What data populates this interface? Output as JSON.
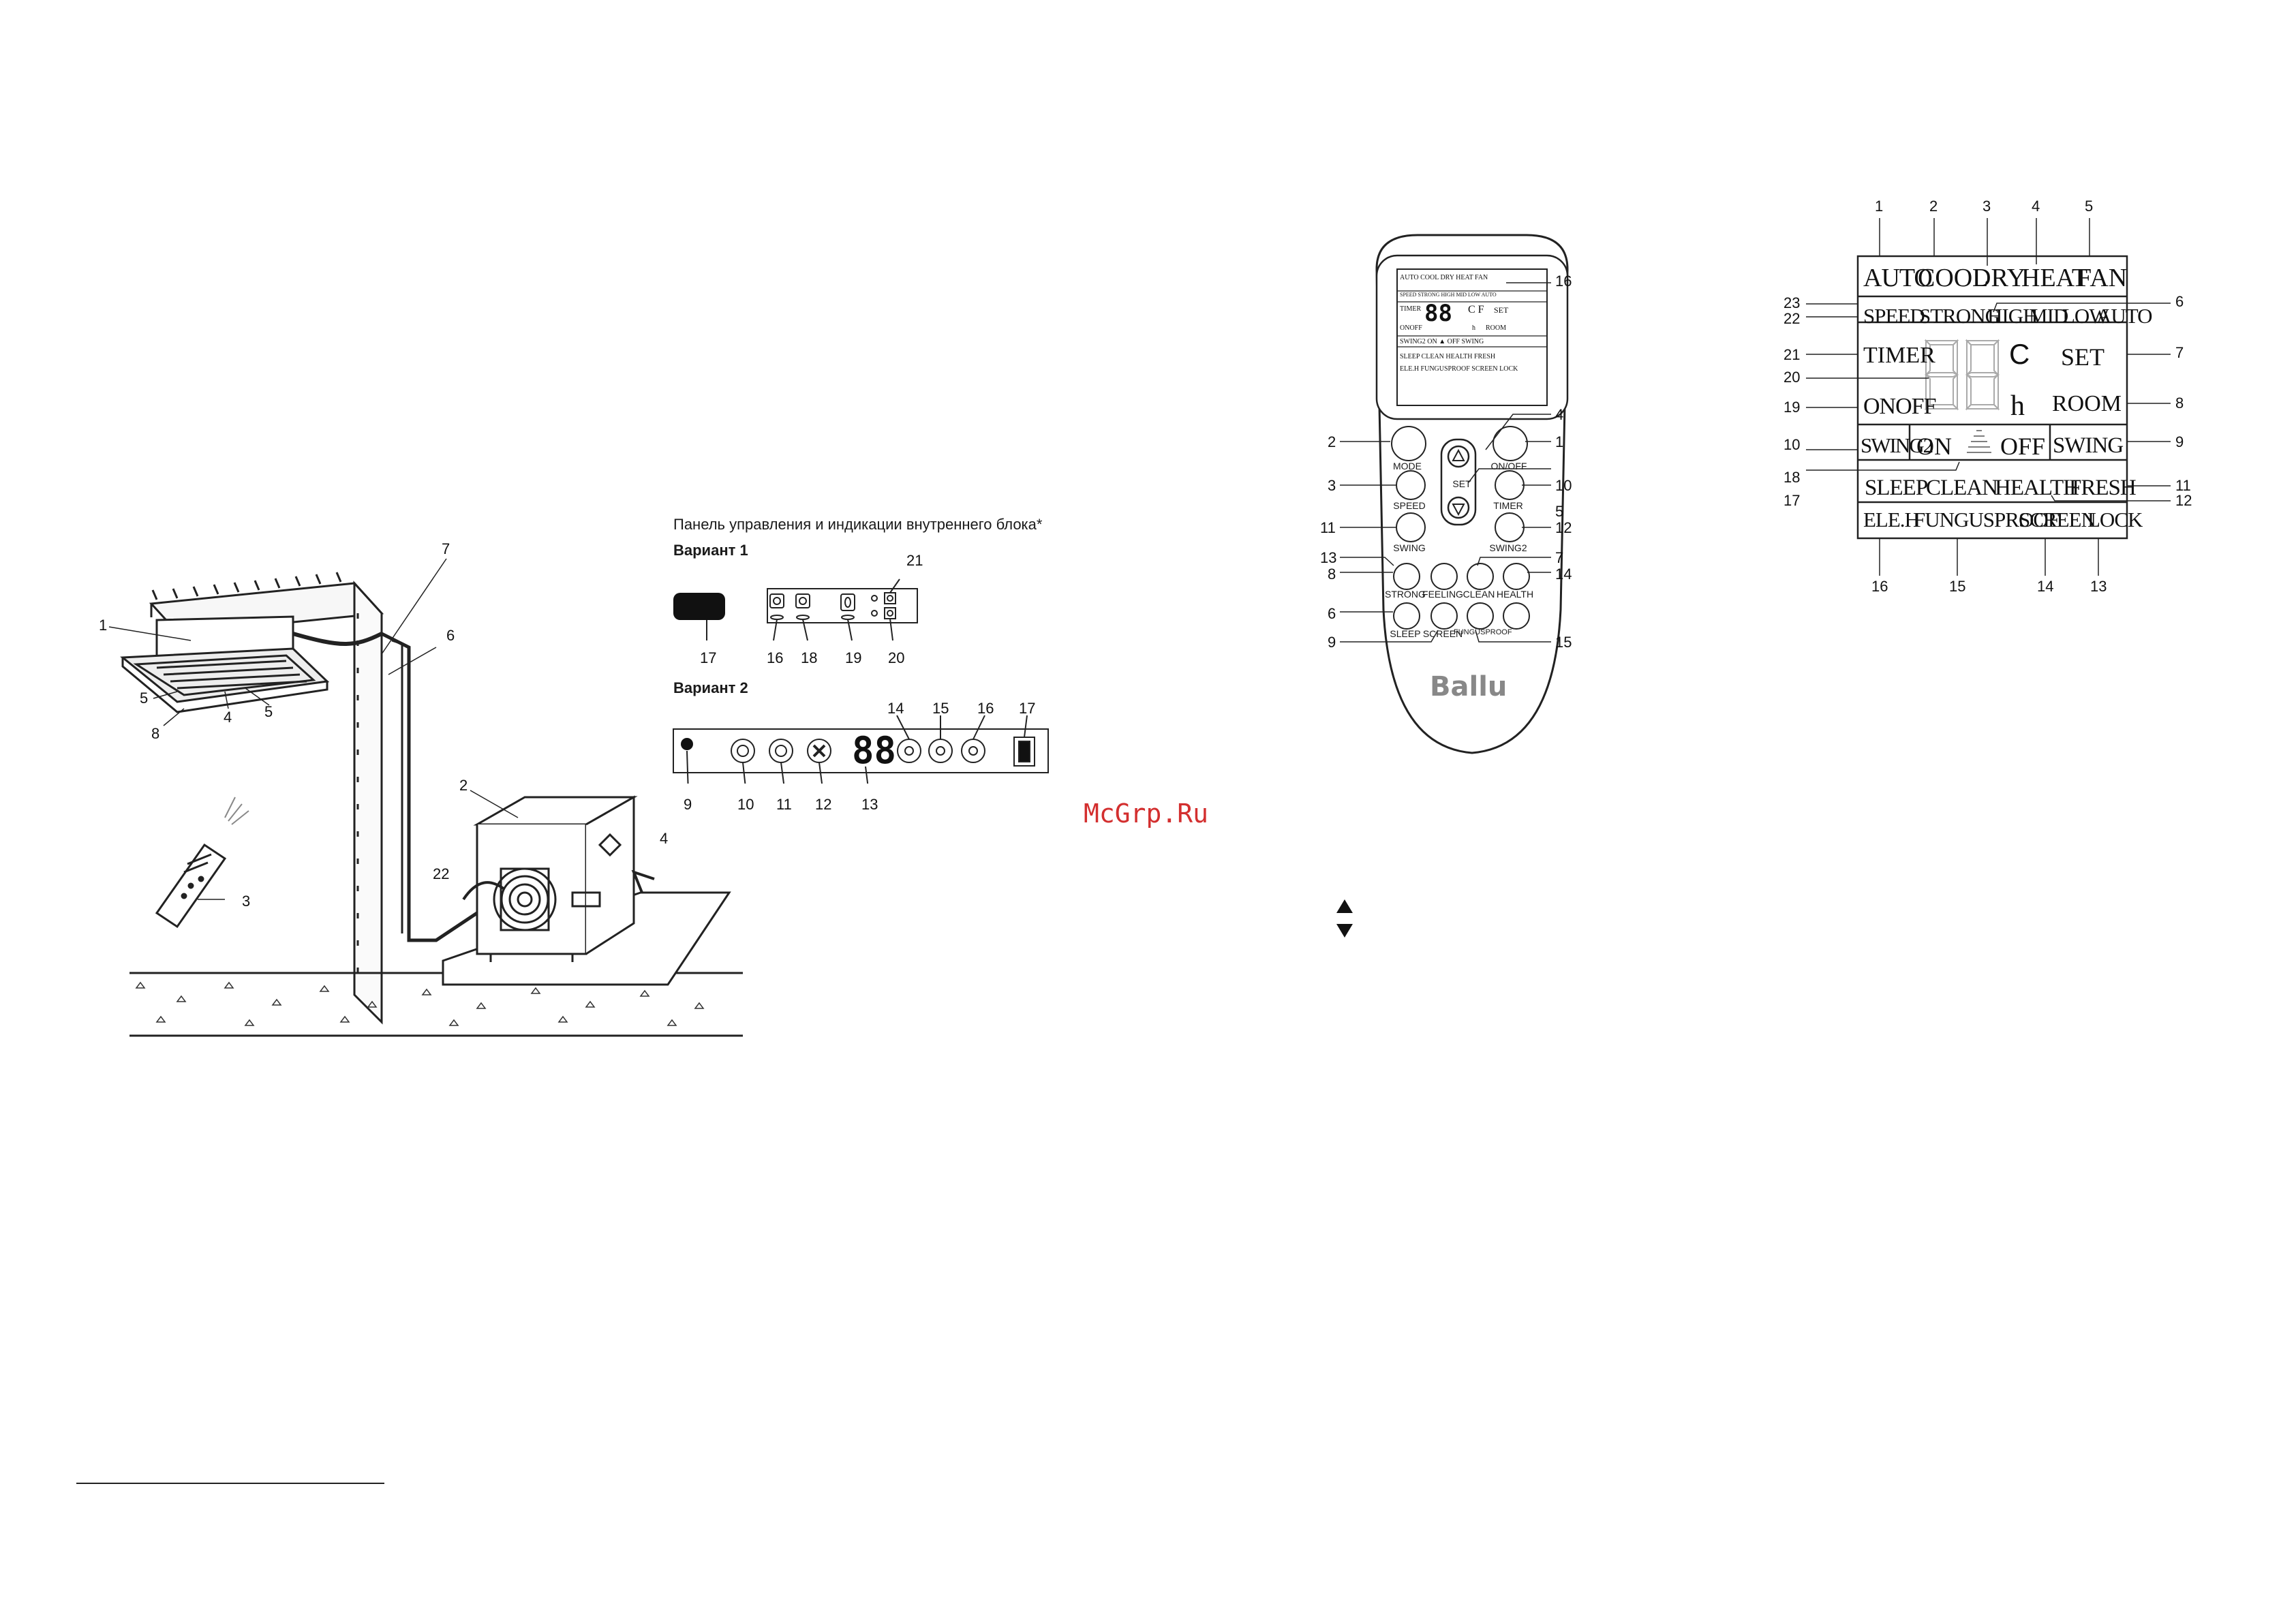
{
  "watermark": "McGrp.Ru",
  "install_diagram": {
    "labels": [
      "1",
      "7",
      "6",
      "5",
      "4",
      "5",
      "8",
      "2",
      "4",
      "22",
      "3"
    ]
  },
  "indoor_panel": {
    "title": "Панель управления и индикации внутреннего блока*",
    "variant1": {
      "label": "Вариант 1",
      "callouts": [
        "21",
        "17",
        "16",
        "18",
        "19",
        "20"
      ]
    },
    "variant2": {
      "label": "Вариант 2",
      "display": "88",
      "callouts_top": [
        "14",
        "15",
        "16",
        "17"
      ],
      "callouts_bottom": [
        "9",
        "10",
        "11",
        "12",
        "13"
      ]
    }
  },
  "remote": {
    "brand": "Ballu",
    "lcd_rows": [
      "AUTO  COOL  DRY  HEAT  FAN",
      "SPEED STRONG HIGH MID LOW AUTO",
      "TIMER",
      "ONOFF",
      "SWING2  ON  ▲  OFF  SWING",
      "SLEEP CLEAN HEALTH FRESH",
      "ELE.H FUNGUSPROOF SCREEN LOCK"
    ],
    "lcd_small": {
      "cf": "C F",
      "set": "SET",
      "h": "h",
      "room": "ROOM",
      "digits": "88"
    },
    "buttons": {
      "mode": "MODE",
      "onoff": "ON/OFF",
      "speed": "SPEED",
      "timer": "TIMER",
      "swing": "SWING",
      "swing2": "SWING2",
      "set": "SET",
      "strong": "STRONG",
      "feeling": "FEELING",
      "clean": "CLEAN",
      "health": "HEALTH",
      "sleep": "SLEEP",
      "screen": "SCREEN",
      "fungusproof": "FUNGUSPROOF"
    },
    "callouts_left": [
      "2",
      "3",
      "11",
      "13",
      "8",
      "6",
      "9"
    ],
    "callouts_right": [
      "16",
      "4",
      "1",
      "10",
      "5",
      "12",
      "7",
      "14",
      "15"
    ]
  },
  "lcd": {
    "row1": [
      "AUTO",
      "COOL",
      "DRY",
      "HEAT",
      "FAN"
    ],
    "row2": [
      "SPEED",
      "STRONG",
      "HIGH",
      "MID",
      "LOW",
      "AUTO"
    ],
    "timer": "TIMER",
    "onoff": "ONOFF",
    "c": "C",
    "set": "SET",
    "h": "h",
    "room": "ROOM",
    "digits": "88",
    "row4": [
      "SWING2",
      "ON",
      "OFF",
      "SWING"
    ],
    "row5": [
      "SLEEP",
      "CLEAN",
      "HEALTH",
      "FRESH"
    ],
    "row6": [
      "ELE.H",
      "FUNGUSPROOF",
      "SCREEN",
      "LOCK"
    ],
    "callouts_top": [
      "1",
      "2",
      "3",
      "4",
      "5"
    ],
    "callouts_left": [
      "23",
      "22",
      "21",
      "20",
      "19",
      "10",
      "18",
      "17"
    ],
    "callouts_right": [
      "6",
      "7",
      "8",
      "9",
      "11",
      "12"
    ],
    "callouts_bottom": [
      "16",
      "15",
      "14",
      "13"
    ]
  }
}
